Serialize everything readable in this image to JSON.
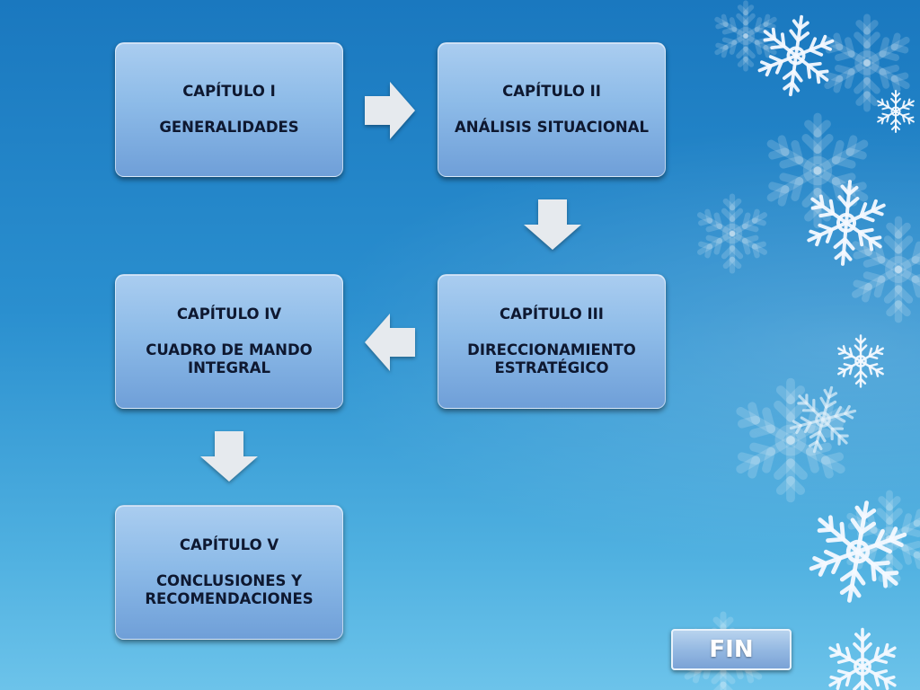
{
  "diagram": {
    "boxes": [
      {
        "title": "CAPÍTULO I",
        "desc": "GENERALIDADES"
      },
      {
        "title": "CAPÍTULO II",
        "desc": "ANÁLISIS SITUACIONAL"
      },
      {
        "title": "CAPÍTULO III",
        "desc": "DIRECCIONAMIENTO ESTRATÉGICO"
      },
      {
        "title": "CAPÍTULO IV",
        "desc": "CUADRO DE MANDO INTEGRAL"
      },
      {
        "title": "CAPÍTULO V",
        "desc": "CONCLUSIONES Y RECOMENDACIONES"
      }
    ],
    "arrows": [
      {
        "from": "CAPÍTULO I",
        "to": "CAPÍTULO II",
        "direction": "right"
      },
      {
        "from": "CAPÍTULO II",
        "to": "CAPÍTULO III",
        "direction": "down"
      },
      {
        "from": "CAPÍTULO III",
        "to": "CAPÍTULO IV",
        "direction": "left"
      },
      {
        "from": "CAPÍTULO IV",
        "to": "CAPÍTULO V",
        "direction": "down"
      }
    ]
  },
  "fin_button": {
    "label": "FIN"
  },
  "colors": {
    "background_top": "#1a78bf",
    "background_bottom": "#6cc3ea",
    "box_fill": "#8dbbe8",
    "box_text": "#0e1830",
    "arrow_fill": "#e6eaee"
  },
  "decor": {
    "icon": "snowflake-icon"
  }
}
